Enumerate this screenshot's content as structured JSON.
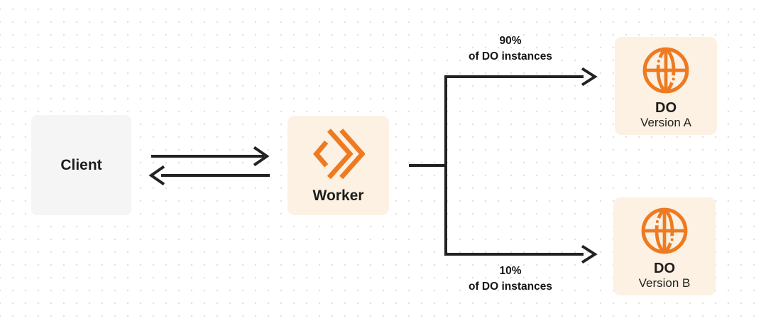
{
  "colors": {
    "accent_orange": "#EE7A22",
    "node_cream": "#FCF1E2",
    "client_gray": "#F5F5F6",
    "line_dark": "#222222",
    "text_dark": "#1F1D1B",
    "dot_grid": "#E3E1DF",
    "background": "#FFFFFF"
  },
  "nodes": {
    "client": {
      "label": "Client"
    },
    "worker": {
      "label": "Worker",
      "icon": "cloudflare-workers-icon"
    },
    "do_version_a": {
      "title": "DO",
      "subtitle": "Version A",
      "icon": "durable-object-globe-icon"
    },
    "do_version_b": {
      "title": "DO",
      "subtitle": "Version B",
      "icon": "durable-object-globe-icon"
    }
  },
  "edges": {
    "client_worker": {
      "type": "bidirectional-arrows"
    },
    "top_branch": {
      "percent": "90%",
      "caption": "of DO instances"
    },
    "bottom_branch": {
      "percent": "10%",
      "caption": "of DO instances"
    }
  }
}
